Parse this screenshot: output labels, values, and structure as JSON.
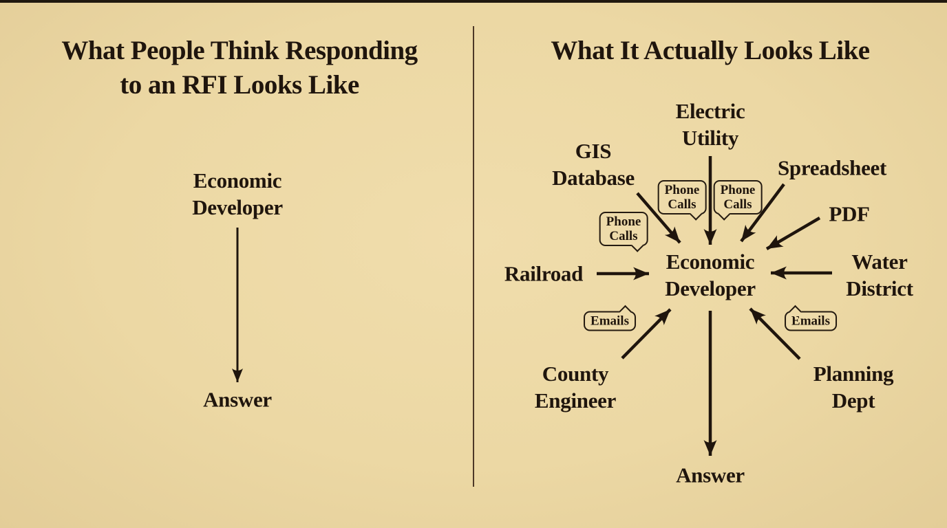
{
  "colors": {
    "background": "#ecd8a4",
    "text": "#1f150d",
    "divider": "#4d3827",
    "bubble_border": "#241a10",
    "top_strip": "#20180f"
  },
  "left_panel": {
    "title_line1": "What People Think Responding",
    "title_line2": "to an RFI Looks Like",
    "developer_line1": "Economic",
    "developer_line2": "Developer",
    "answer": "Answer"
  },
  "right_panel": {
    "title": "What It Actually Looks Like",
    "center_line1": "Economic",
    "center_line2": "Developer",
    "electric_line1": "Electric",
    "electric_line2": "Utility",
    "gis_line1": "GIS",
    "gis_line2": "Database",
    "spreadsheet": "Spreadsheet",
    "pdf": "PDF",
    "railroad": "Railroad",
    "water_line1": "Water",
    "water_line2": "District",
    "county_line1": "County",
    "county_line2": "Engineer",
    "planning_line1": "Planning",
    "planning_line2": "Dept",
    "answer": "Answer"
  },
  "bubbles": {
    "phone_calls_line1": "Phone",
    "phone_calls_line2": "Calls",
    "emails": "Emails"
  }
}
